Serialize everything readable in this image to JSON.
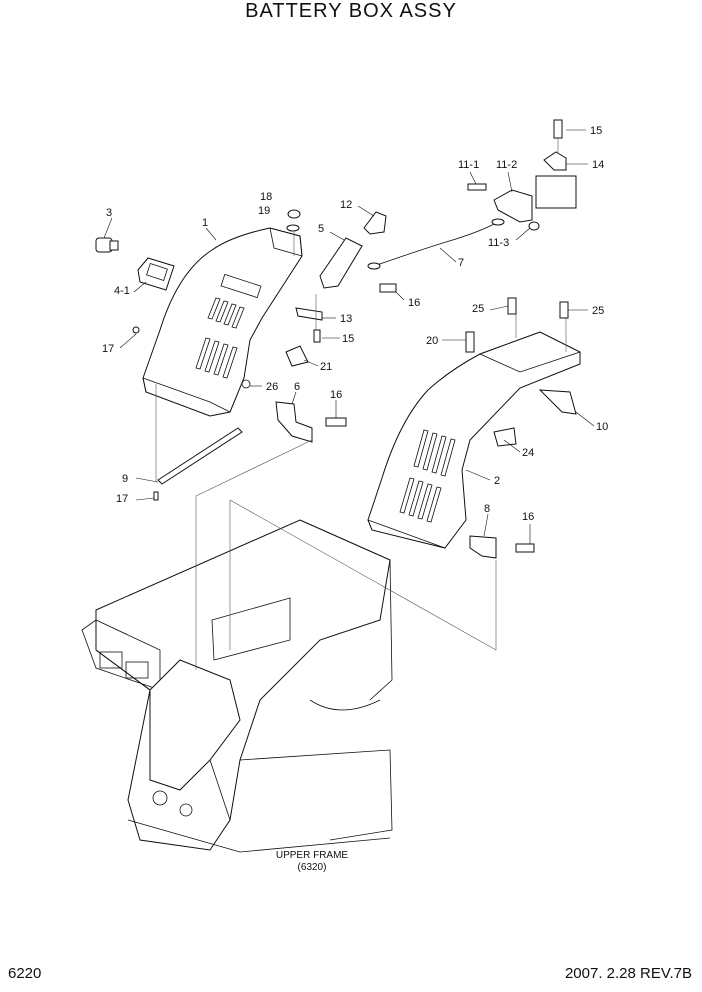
{
  "title": "BATTERY BOX ASSY",
  "page_number": "6220",
  "revision": "2007. 2.28  REV.7B",
  "frame_label": {
    "line1": "UPPER FRAME",
    "line2": "(6320)"
  },
  "callouts": [
    {
      "id": "c-3",
      "text": "3"
    },
    {
      "id": "c-1",
      "text": "1"
    },
    {
      "id": "c-18",
      "text": "18"
    },
    {
      "id": "c-19",
      "text": "19"
    },
    {
      "id": "c-12",
      "text": "12"
    },
    {
      "id": "c-5",
      "text": "5"
    },
    {
      "id": "c-4-1",
      "text": "4-1"
    },
    {
      "id": "c-17a",
      "text": "17"
    },
    {
      "id": "c-13",
      "text": "13"
    },
    {
      "id": "c-15b",
      "text": "15"
    },
    {
      "id": "c-21",
      "text": "21"
    },
    {
      "id": "c-26",
      "text": "26"
    },
    {
      "id": "c-6",
      "text": "6"
    },
    {
      "id": "c-16a",
      "text": "16"
    },
    {
      "id": "c-9",
      "text": "9"
    },
    {
      "id": "c-17b",
      "text": "17"
    },
    {
      "id": "c-11-1",
      "text": "11-1"
    },
    {
      "id": "c-11-2",
      "text": "11-2"
    },
    {
      "id": "c-11-3",
      "text": "11-3"
    },
    {
      "id": "c-7",
      "text": "7"
    },
    {
      "id": "c-16b",
      "text": "16"
    },
    {
      "id": "c-15a",
      "text": "15"
    },
    {
      "id": "c-14",
      "text": "14"
    },
    {
      "id": "c-25a",
      "text": "25"
    },
    {
      "id": "c-25b",
      "text": "25"
    },
    {
      "id": "c-20",
      "text": "20"
    },
    {
      "id": "c-10",
      "text": "10"
    },
    {
      "id": "c-24",
      "text": "24"
    },
    {
      "id": "c-2",
      "text": "2"
    },
    {
      "id": "c-8",
      "text": "8"
    },
    {
      "id": "c-16c",
      "text": "16"
    }
  ]
}
